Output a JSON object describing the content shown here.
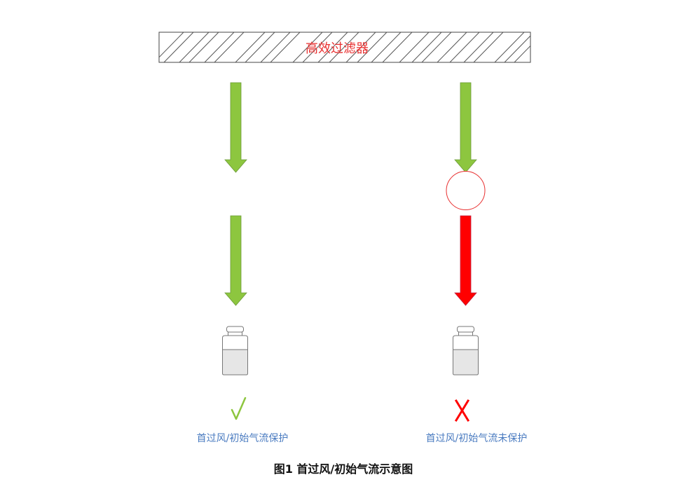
{
  "filter": {
    "label": "高效过滤器"
  },
  "left": {
    "status_mark": "√",
    "caption": "首过风/初始气流保护",
    "arrow_color": "#8dc63f"
  },
  "right": {
    "status_mark": "X",
    "caption": "首过风/初始气流未保护",
    "upper_arrow_color": "#8dc63f",
    "lower_arrow_color": "#ff0000",
    "obstacle_color": "#e83030"
  },
  "figure_caption": "图1  首过风/初始气流示意图"
}
